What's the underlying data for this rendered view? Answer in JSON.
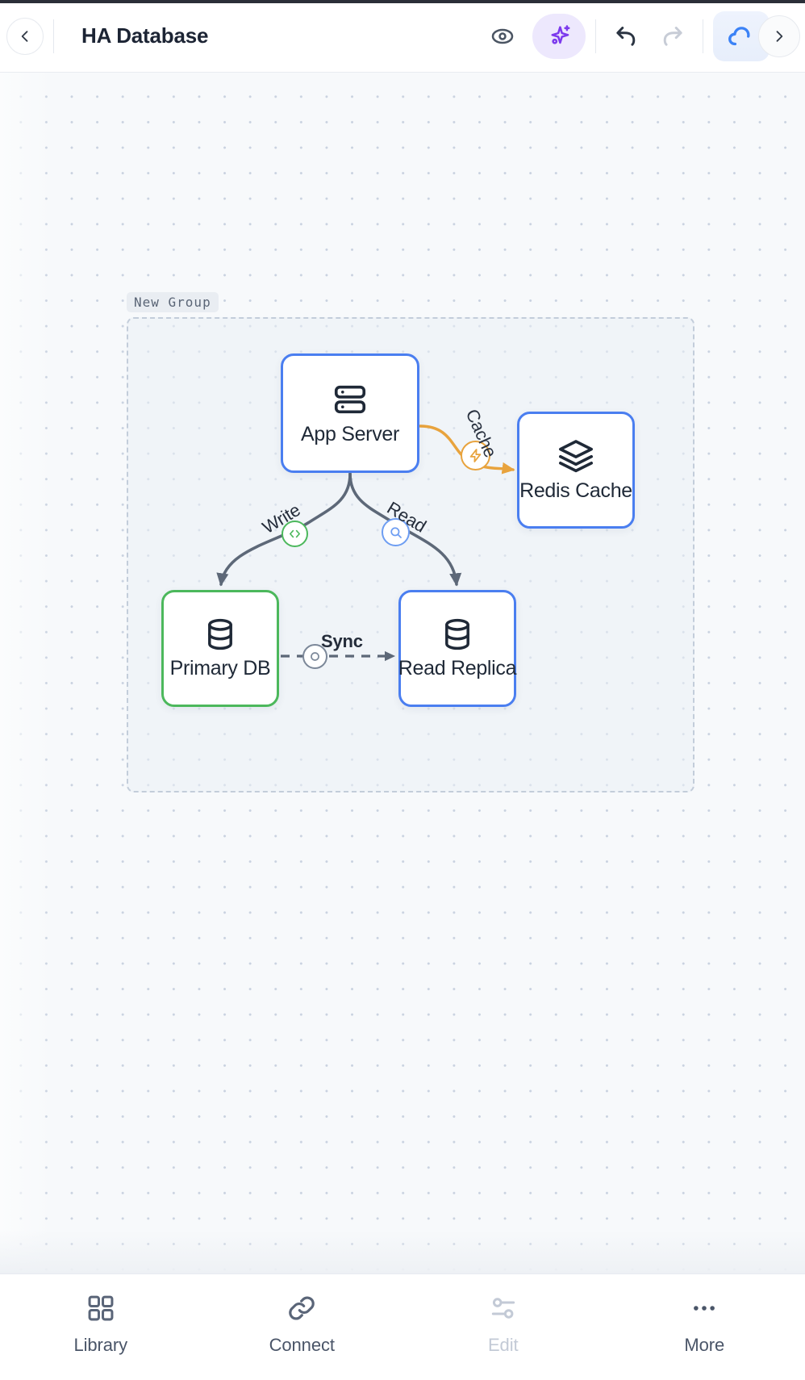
{
  "header": {
    "back_icon": "chevron-left-icon",
    "title": "HA Database",
    "preview_icon": "eye-icon",
    "ai_icon": "sparkle-icon",
    "undo_icon": "undo-icon",
    "redo_icon": "redo-icon",
    "cloud_icon": "cloud-icon",
    "next_icon": "chevron-right-icon",
    "colors": {
      "ai_accent": "#7c3aed",
      "ai_bg": "#ede8fd",
      "cloud_accent": "#3b82f6",
      "undo_active": "#2b3442",
      "redo_disabled": "#c7ccd6"
    }
  },
  "canvas": {
    "group": {
      "label": "New Group",
      "border_color": "#c3cdda"
    },
    "nodes": [
      {
        "id": "app",
        "label": "App Server",
        "icon": "server-icon",
        "border_color": "#4a7ef0"
      },
      {
        "id": "redis",
        "label": "Redis Cache",
        "icon": "layers-icon",
        "border_color": "#4a7ef0"
      },
      {
        "id": "primary",
        "label": "Primary DB",
        "icon": "database-icon",
        "border_color": "#4cb85c"
      },
      {
        "id": "replica",
        "label": "Read Replica",
        "icon": "database-icon",
        "border_color": "#4a7ef0"
      }
    ],
    "edges": [
      {
        "id": "cache",
        "label": "Cache",
        "from": "app",
        "to": "redis",
        "badge_icon": "lightning-icon",
        "color": "#e8a33d",
        "style": "solid"
      },
      {
        "id": "write",
        "label": "Write",
        "from": "app",
        "to": "primary",
        "badge_icon": "code-brackets-icon",
        "color": "#4cb85c",
        "style": "solid"
      },
      {
        "id": "read",
        "label": "Read",
        "from": "app",
        "to": "replica",
        "badge_icon": "search-icon",
        "color": "#6d9df2",
        "style": "solid"
      },
      {
        "id": "sync",
        "label": "Sync",
        "from": "primary",
        "to": "replica",
        "badge_icon": "circle-dot-icon",
        "color": "#7c8899",
        "style": "dashed"
      }
    ]
  },
  "bottom_nav": {
    "items": [
      {
        "label": "Library",
        "icon": "grid-icon",
        "disabled": false
      },
      {
        "label": "Connect",
        "icon": "link-icon",
        "disabled": false
      },
      {
        "label": "Edit",
        "icon": "sliders-icon",
        "disabled": true
      },
      {
        "label": "More",
        "icon": "ellipsis-icon",
        "disabled": false
      }
    ]
  }
}
